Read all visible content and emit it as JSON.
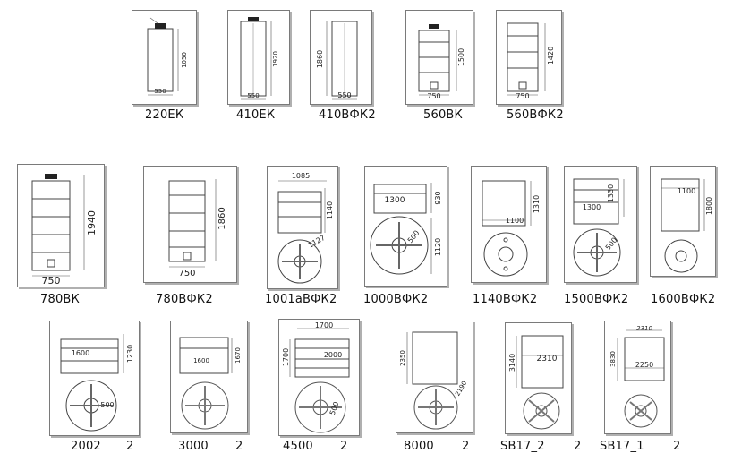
{
  "tanks": [
    {
      "label": "220ЕК",
      "dims": [
        "1050",
        "550"
      ]
    },
    {
      "label": "410ЕК",
      "dims": [
        "1920",
        "550"
      ]
    },
    {
      "label": "410ВФК2",
      "dims": [
        "1860",
        "550"
      ]
    },
    {
      "label": "560ВК",
      "dims": [
        "1500",
        "750"
      ]
    },
    {
      "label": "560ВФК2",
      "dims": [
        "1420",
        "750"
      ]
    },
    {
      "label": "780ВК",
      "dims": [
        "1940",
        "750"
      ]
    },
    {
      "label": "780ВФК2",
      "dims": [
        "1860",
        "750"
      ]
    },
    {
      "label": "1001аВФК2",
      "dims": [
        "1085",
        "1140",
        "1127"
      ]
    },
    {
      "label": "1000ВФК2",
      "dims": [
        "1300",
        "930",
        "1120",
        "500"
      ]
    },
    {
      "label": "1140ВФК2",
      "dims": [
        "1310",
        "1100"
      ]
    },
    {
      "label": "1500ВФК2",
      "dims": [
        "1300",
        "1330",
        "500"
      ]
    },
    {
      "label": "1600ВФК2",
      "dims": [
        "1100",
        "1800"
      ]
    },
    {
      "label": "2002",
      "suffix": "2",
      "dims": [
        "1600",
        "1230",
        "500"
      ]
    },
    {
      "label": "3000",
      "suffix": "2",
      "dims": [
        "1600",
        "1670"
      ]
    },
    {
      "label": "4500",
      "suffix": "2",
      "dims": [
        "1700",
        "2000",
        "1700",
        "500"
      ]
    },
    {
      "label": "8000",
      "suffix": "2",
      "dims": [
        "2350",
        "2190"
      ]
    },
    {
      "label": "SB17_2",
      "suffix": "2",
      "dims": [
        "3140",
        "2310"
      ]
    },
    {
      "label": "SB17_1",
      "suffix": "2",
      "dims": [
        "2310",
        "3830",
        "2250"
      ]
    }
  ]
}
